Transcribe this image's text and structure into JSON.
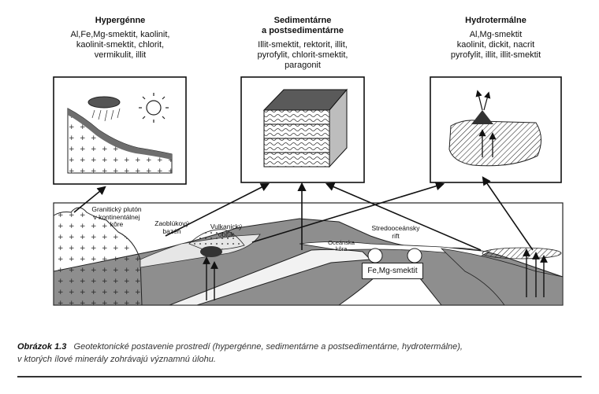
{
  "panels": {
    "hypergenne": {
      "title": "Hypergénne",
      "minerals": [
        "Al,Fe,Mg-smektit, kaolinit,",
        "kaolinit-smektit, chlorit,",
        "vermikulit, illit"
      ]
    },
    "sediment": {
      "title": "Sedimentárne",
      "title2": "a postsedimentárne",
      "minerals": [
        "Illit-smektit, rektorit, illit,",
        "pyrofylit, chlorit-smektit,",
        "paragonit"
      ]
    },
    "hydro": {
      "title": "Hydrotermálne",
      "minerals": [
        "Al,Mg-smektit",
        "kaolinit, dickit, nacrit",
        "pyrofylit, illit, illit-smektit"
      ]
    }
  },
  "labels": {
    "granite": [
      "Granitický plutón",
      "v kontinentálnej",
      "kôre"
    ],
    "arc_basin": [
      "Zaoblúkový",
      "bazén"
    ],
    "volcanic_arc": [
      "Vulkanický",
      "oblúk"
    ],
    "oceanic_crust": [
      "Oceánska",
      "kôra"
    ],
    "rift": [
      "Stredooceánsky",
      "rift"
    ],
    "fe_mg": "Fe,Mg-smektit"
  },
  "caption": {
    "figure": "Obrázok 1.3",
    "text_line1": "Geotektonické postavenie prostredí (hypergénne, sedimentárne a postsedimentárne, hydrotermálne),",
    "text_line2": "v ktorých ílové minerály zohrávajú významnú úlohu."
  },
  "colors": {
    "land_gray": "#8a8a8a",
    "dark_gray": "#555555",
    "light_gray": "#d8d8d8",
    "ink": "#111111"
  }
}
